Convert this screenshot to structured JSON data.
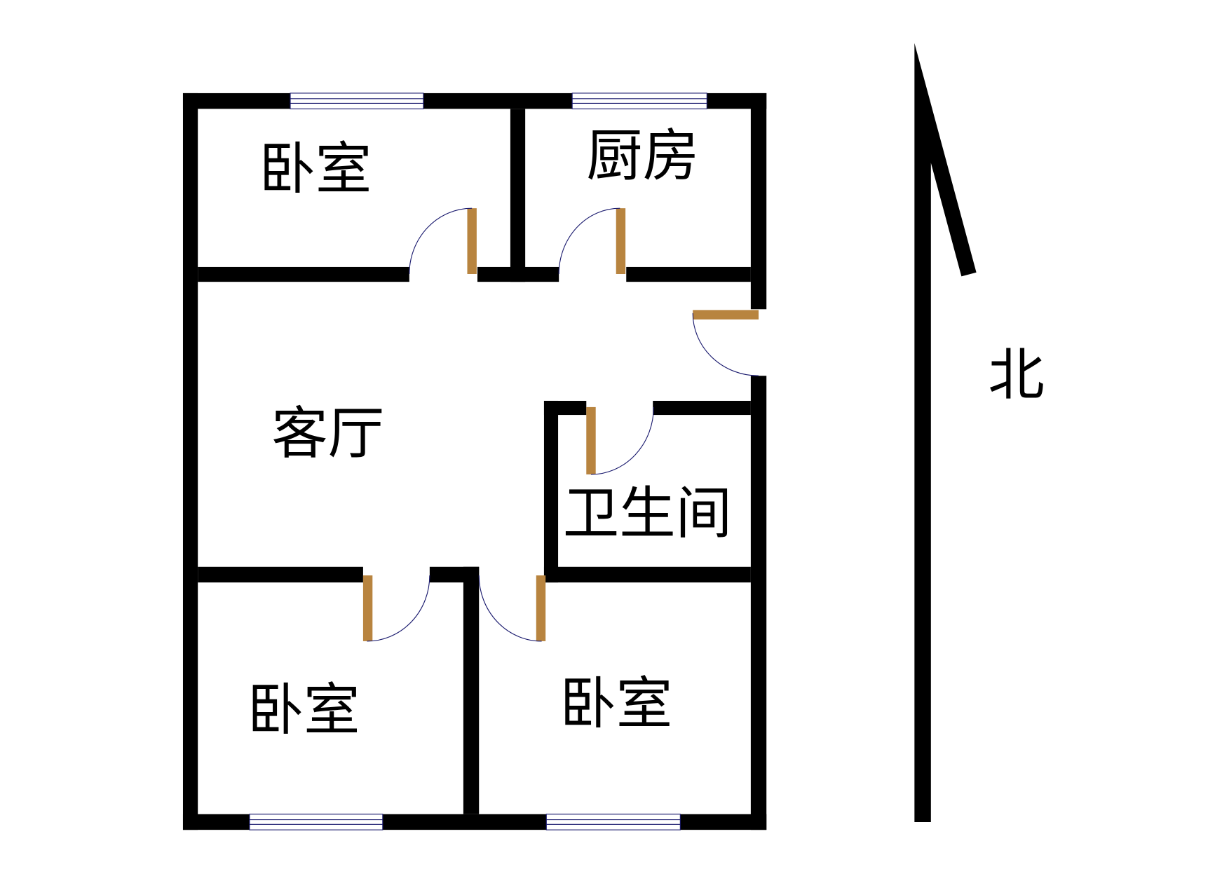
{
  "rooms": {
    "bedroom_nw": "卧室",
    "kitchen": "厨房",
    "living_room": "客厅",
    "bathroom": "卫生间",
    "bedroom_sw": "卧室",
    "bedroom_se": "卧室"
  },
  "compass": {
    "label": "北"
  },
  "colors": {
    "wall": "#000000",
    "door": "#b8843f",
    "arc": "#1a1a6e"
  }
}
